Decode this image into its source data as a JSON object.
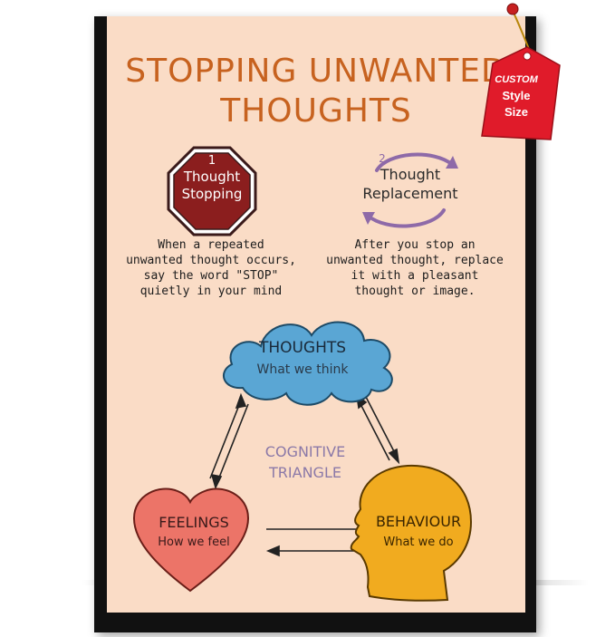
{
  "poster": {
    "title_line1": "STOPPING UNWANTED",
    "title_line2": "THOUGHTS",
    "step1": {
      "number": "1",
      "label_line1": "Thought",
      "label_line2": "Stopping",
      "description": [
        "When a repeated",
        "unwanted thought occurs,",
        "say the word \"STOP\"",
        "quietly in your mind"
      ]
    },
    "step2": {
      "number": "2",
      "label_line1": "Thought",
      "label_line2": "Replacement",
      "description": [
        "After you stop an",
        "unwanted thought, replace",
        "it with a pleasant",
        "thought or image."
      ]
    },
    "triangle": {
      "label_line1": "COGNITIVE",
      "label_line2": "TRIANGLE",
      "thoughts": {
        "title": "THOUGHTS",
        "subtitle": "What we think"
      },
      "feelings": {
        "title": "FEELINGS",
        "subtitle": "How we feel"
      },
      "behaviour": {
        "title": "BEHAVIOUR",
        "subtitle": "What we do"
      }
    }
  },
  "tag": {
    "line1": "CUSTOM",
    "line2": "Style",
    "line3": "Size"
  },
  "colors": {
    "poster_bg": "#fadcc6",
    "title": "#c7621f",
    "stop_sign": "#8b1e1e",
    "cloud": "#5aa6d4",
    "heart": "#ec7468",
    "head": "#f1ab1f",
    "triangle_label": "#8b79a8",
    "tag": "#e01b2a"
  }
}
